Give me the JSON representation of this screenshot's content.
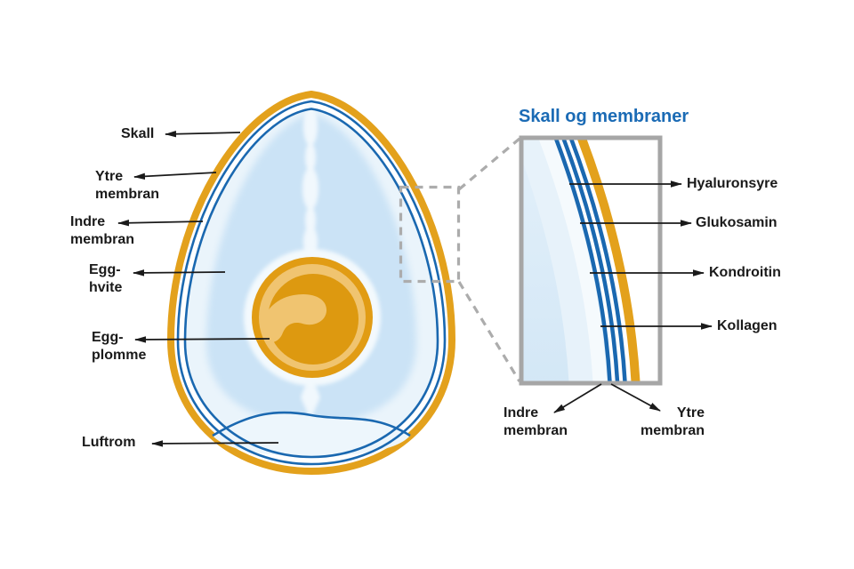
{
  "diagram": {
    "inset_title": "Skall og membraner",
    "egg_labels": {
      "skall": "Skall",
      "ytre_membran": "Ytre membran",
      "indre_membran": "Indre membran",
      "egg_hvite": "Egg-hvite",
      "egg_plomme": "Egg-plomme",
      "luftrom": "Luftrom"
    },
    "inset_labels": {
      "hyaluronsyre": "Hyaluronsyre",
      "glukosamin": "Glukosamin",
      "kondroitin": "Kondroitin",
      "kollagen": "Kollagen",
      "indre_membran": "Indre membran",
      "ytre_membran": "Ytre membran"
    },
    "colors": {
      "shell_orange": "#E3A11C",
      "membrane_blue": "#1A68B0",
      "egg_white_light": "#EAF4FB",
      "egg_white_medium": "#CBE3F6",
      "air_space": "#EDF6FC",
      "yolk_ring": "#E19C14",
      "yolk_light": "#F0C470",
      "yolk_dark": "#DD9910",
      "title_blue": "#1B6BB5",
      "frame_gray": "#A6A6A6",
      "label_text": "#1A1A1A"
    }
  }
}
